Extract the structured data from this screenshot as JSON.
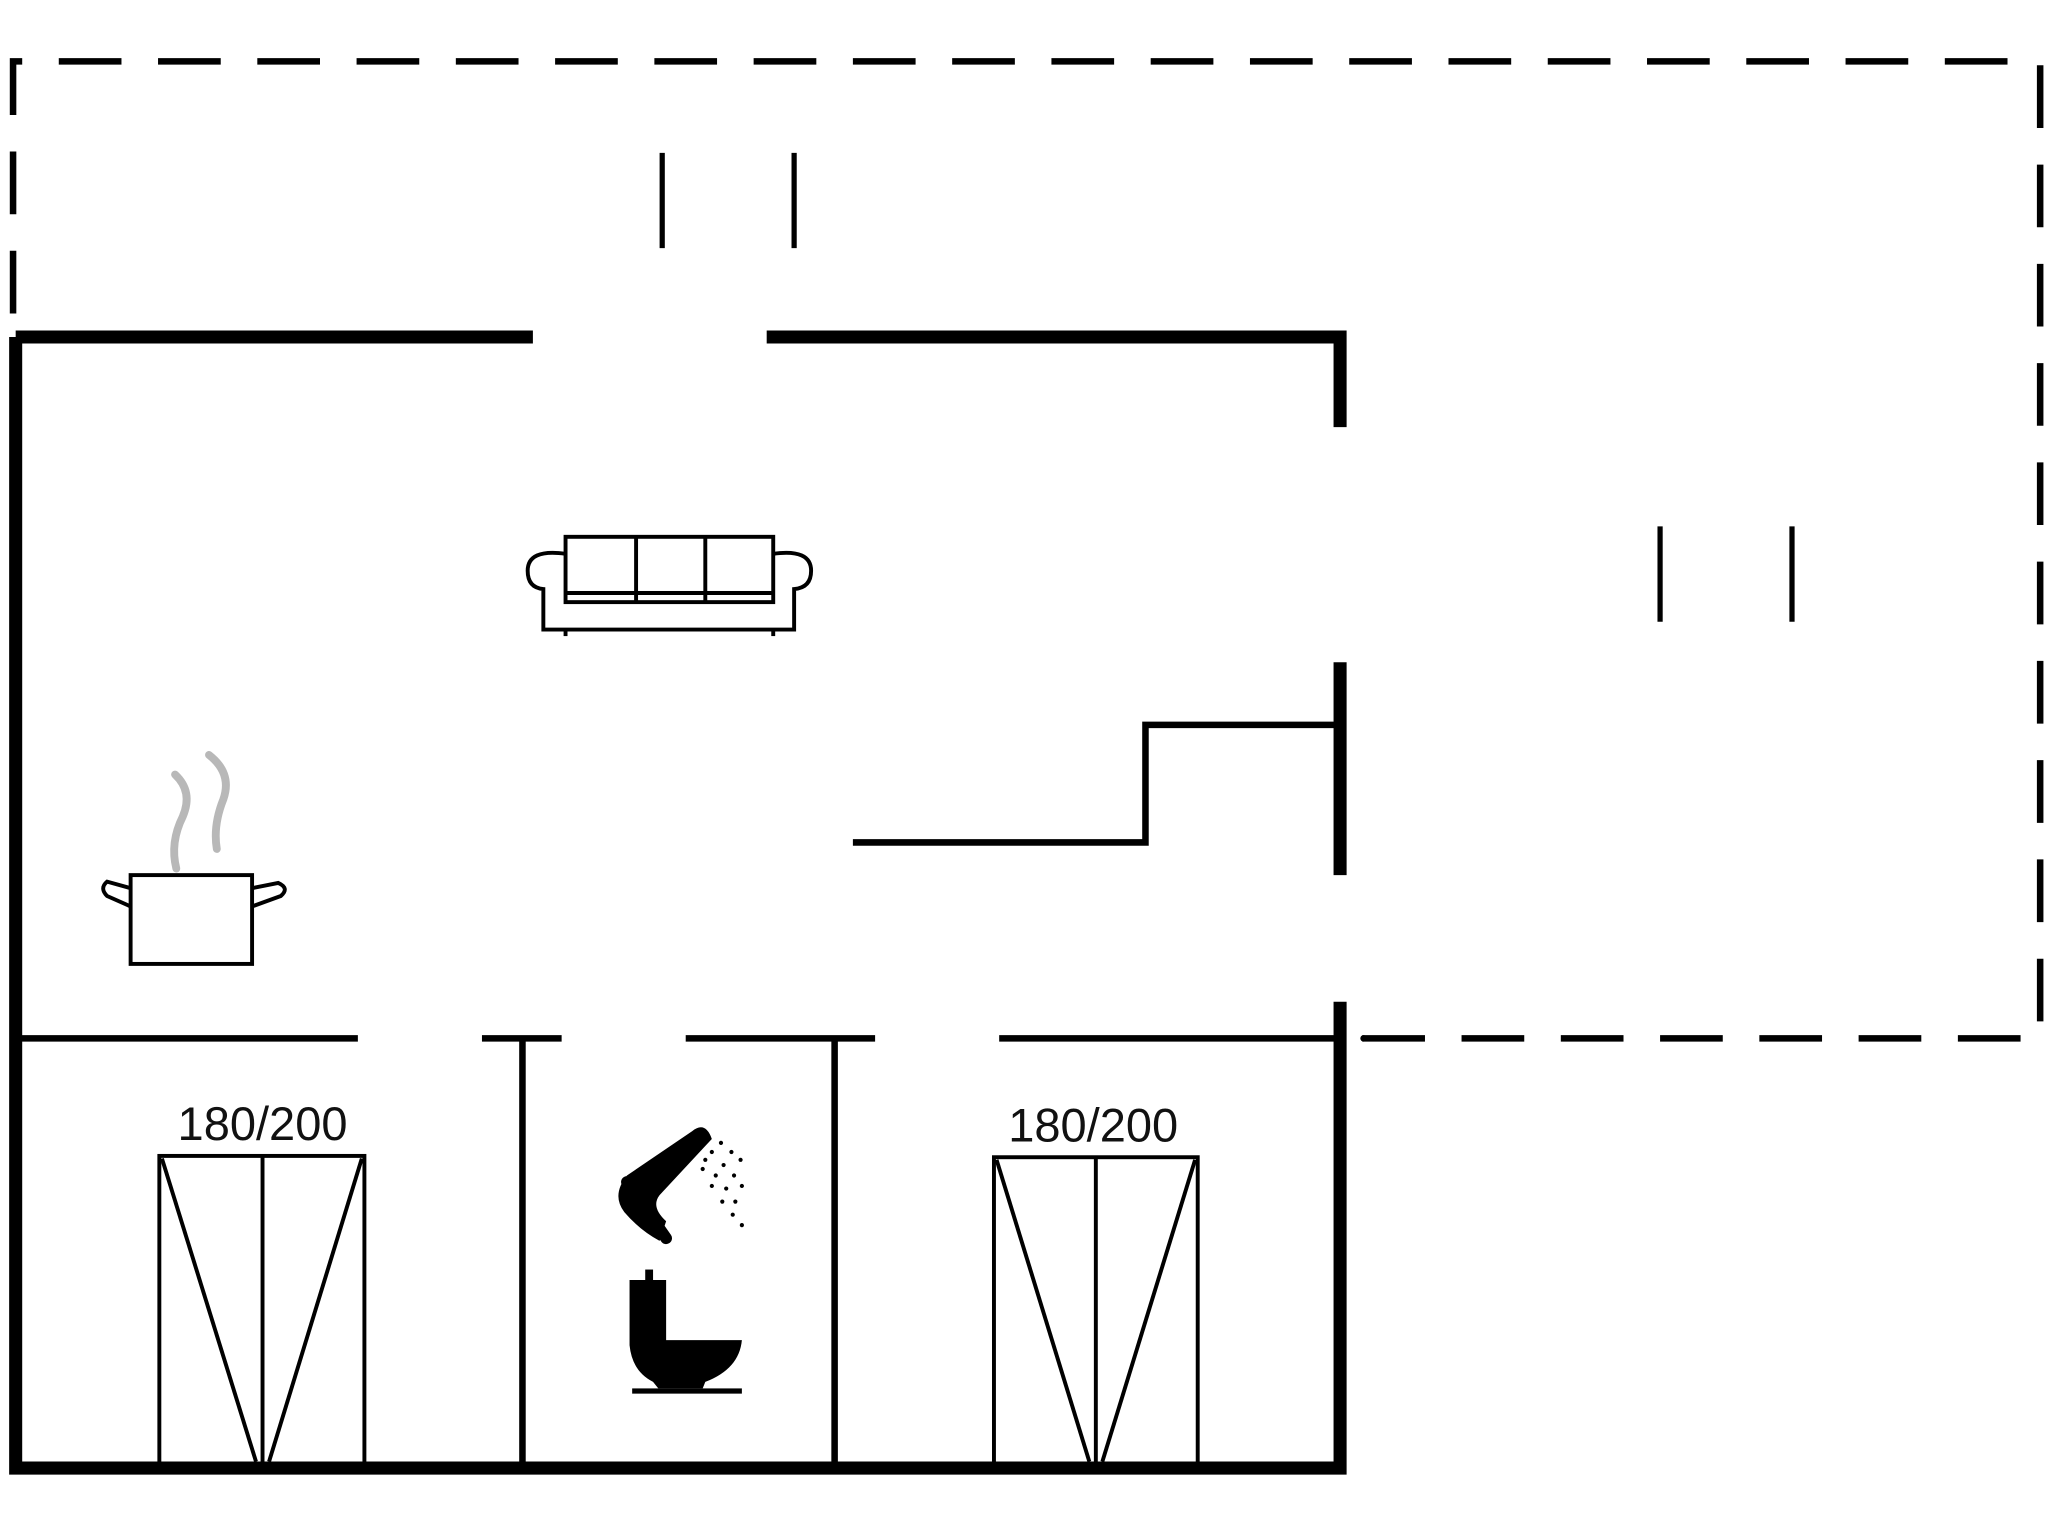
{
  "diagram": {
    "type": "floor-plan",
    "colors": {
      "wall": "#000000",
      "steam": "#b8b8b8",
      "background": "#ffffff"
    },
    "rooms": [
      {
        "name": "living-kitchen",
        "icons": [
          "sofa-icon",
          "cooking-pot-icon"
        ]
      },
      {
        "name": "bedroom-1",
        "bed_label": "180/200"
      },
      {
        "name": "bathroom",
        "icons": [
          "shower-icon",
          "toilet-icon"
        ]
      },
      {
        "name": "bedroom-2",
        "bed_label": "180/200"
      },
      {
        "name": "terrace-top",
        "outline": "dashed"
      },
      {
        "name": "terrace-right",
        "outline": "dashed"
      }
    ],
    "bed_labels": [
      "180/200",
      "180/200"
    ]
  }
}
